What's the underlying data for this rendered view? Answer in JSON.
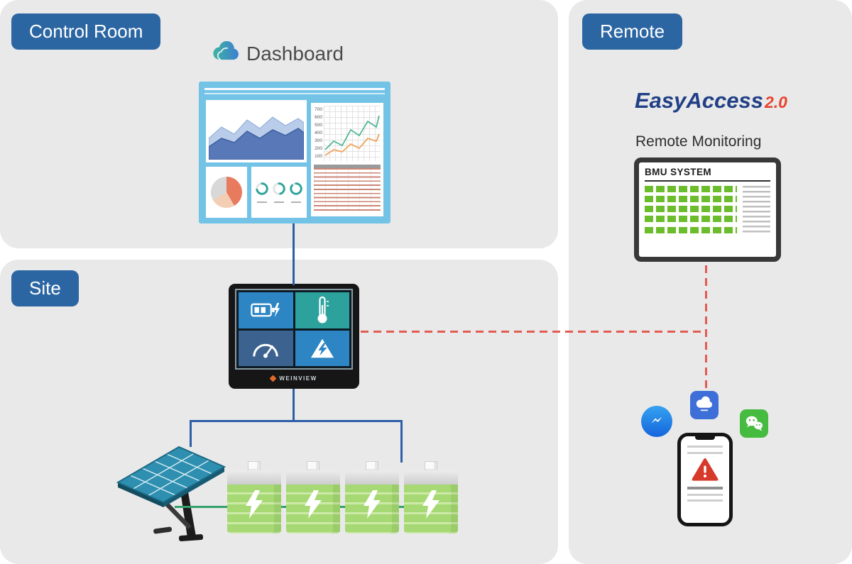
{
  "panels": {
    "control_room": {
      "label": "Control Room"
    },
    "site": {
      "label": "Site"
    },
    "remote": {
      "label": "Remote"
    }
  },
  "dashboard": {
    "title": "Dashboard",
    "line_chart_yticks": "700\n600\n500\n400\n300\n200\n100"
  },
  "hmi": {
    "brand": "WEINVIEW",
    "tiles": [
      "battery-status",
      "temperature",
      "gauge-meter",
      "power-alert"
    ]
  },
  "remote_section": {
    "logo_main": "EasyAccess",
    "logo_version": "2.0",
    "subtitle": "Remote Monitoring",
    "monitor_title": "BMU SYSTEM"
  },
  "icons": {
    "weincloud-logo-icon": "two-tone cloud",
    "messenger-icon": "blue circle with white bolt",
    "cloud-app-icon": "blue square with white cloud",
    "wechat-icon": "green square with chat bubbles",
    "warning-icon": "red triangle with exclamation",
    "solar-panel": "tilted PV panel on stand",
    "battery-storage-unit": "green stacked battery with bolt"
  },
  "colors": {
    "badge_blue": "#2b66a3",
    "line_blue": "#2c5fa8",
    "dashed_red": "#e25c52",
    "cell_green": "#6cbd2c",
    "battery_green": "#a6d873",
    "panel_gray": "#e9e9e9",
    "mock_blue": "#72c3e6"
  }
}
